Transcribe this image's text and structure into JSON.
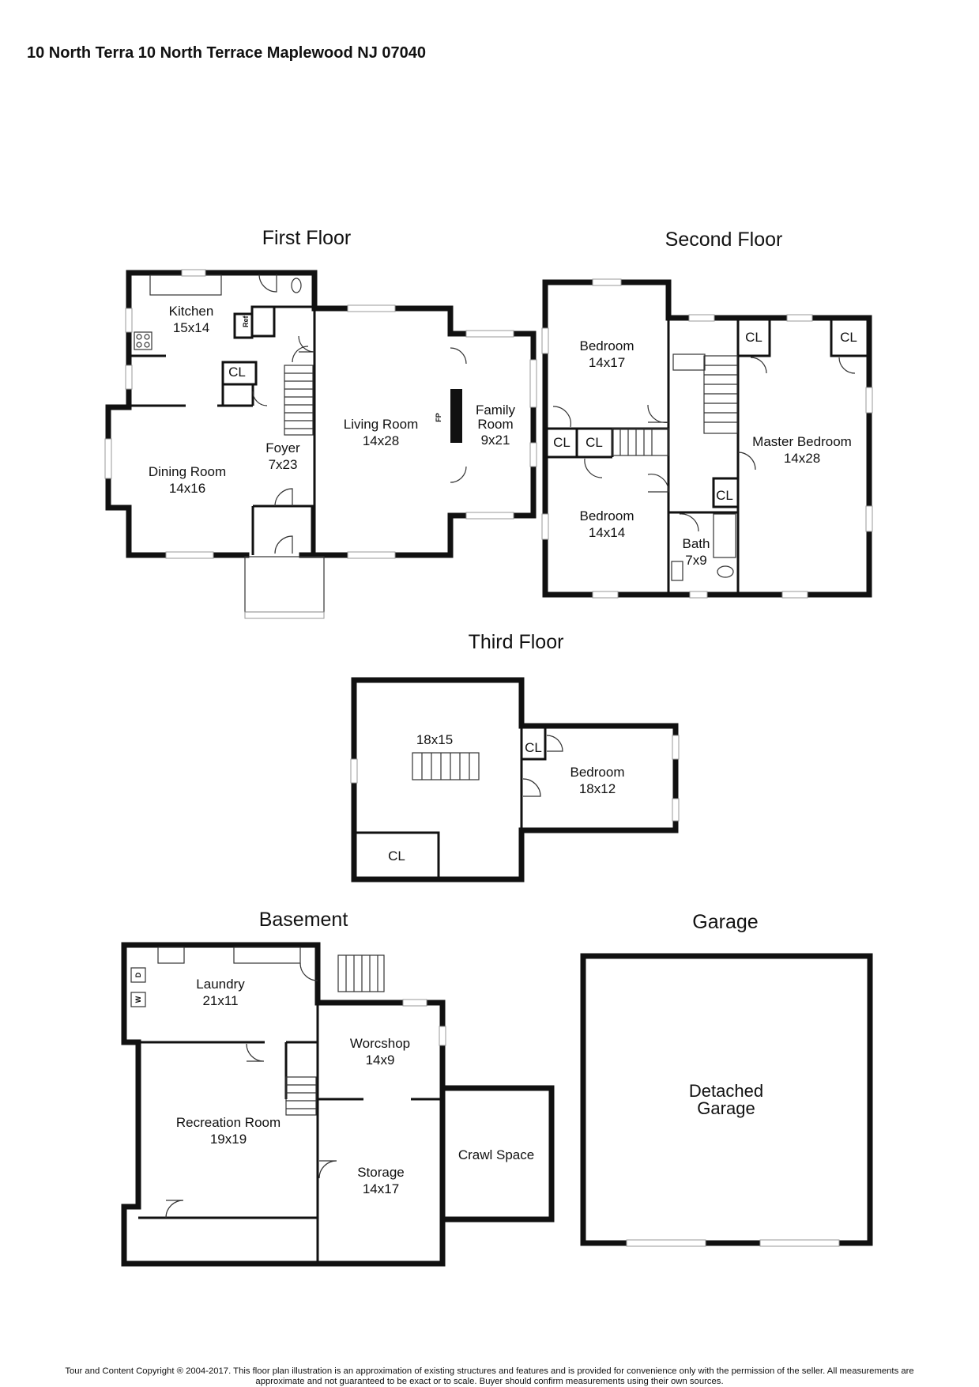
{
  "header": {
    "title": "10 North Terra  10 North Terrace Maplewood NJ 07040"
  },
  "floors": {
    "first": {
      "title": "First Floor",
      "rooms": [
        {
          "name": "Kitchen",
          "size": "15x14"
        },
        {
          "name": "Dining Room",
          "size": "14x16"
        },
        {
          "name": "Foyer",
          "size": "7x23"
        },
        {
          "name": "Living Room",
          "size": "14x28"
        },
        {
          "name": "Family Room",
          "size": "9x21"
        }
      ],
      "closet": "CL",
      "ref": "Ref",
      "fireplace": "FP"
    },
    "second": {
      "title": "Second Floor",
      "rooms": [
        {
          "name": "Bedroom",
          "size": "14x17"
        },
        {
          "name": "Bedroom",
          "size": "14x14"
        },
        {
          "name": "Bath",
          "size": "7x9"
        },
        {
          "name": "Master Bedroom",
          "size": "14x28"
        }
      ],
      "closet": "CL"
    },
    "third": {
      "title": "Third Floor",
      "rooms": [
        {
          "name": "",
          "size": "18x15"
        },
        {
          "name": "Bedroom",
          "size": "18x12"
        }
      ],
      "closet": "CL"
    },
    "basement": {
      "title": "Basement",
      "rooms": [
        {
          "name": "Laundry",
          "size": "21x11"
        },
        {
          "name": "Recreation Room",
          "size": "19x19"
        },
        {
          "name": "Worcshop",
          "size": "14x9"
        },
        {
          "name": "Storage",
          "size": "14x17"
        },
        {
          "name": "Crawl Space",
          "size": ""
        }
      ],
      "dryer": "D",
      "washer": "W"
    },
    "garage": {
      "title": "Garage",
      "label_line1": "Detached",
      "label_line2": "Garage"
    }
  },
  "footer": {
    "line1": "Tour and Content Copyright ® 2004-2017. This floor plan illustration is an approximation of existing structures and features and is provided for convenience only with the permission of the seller. All measurements are",
    "line2": "approximate and not guaranteed to be exact or to scale. Buyer should confirm measurements using their own sources."
  }
}
